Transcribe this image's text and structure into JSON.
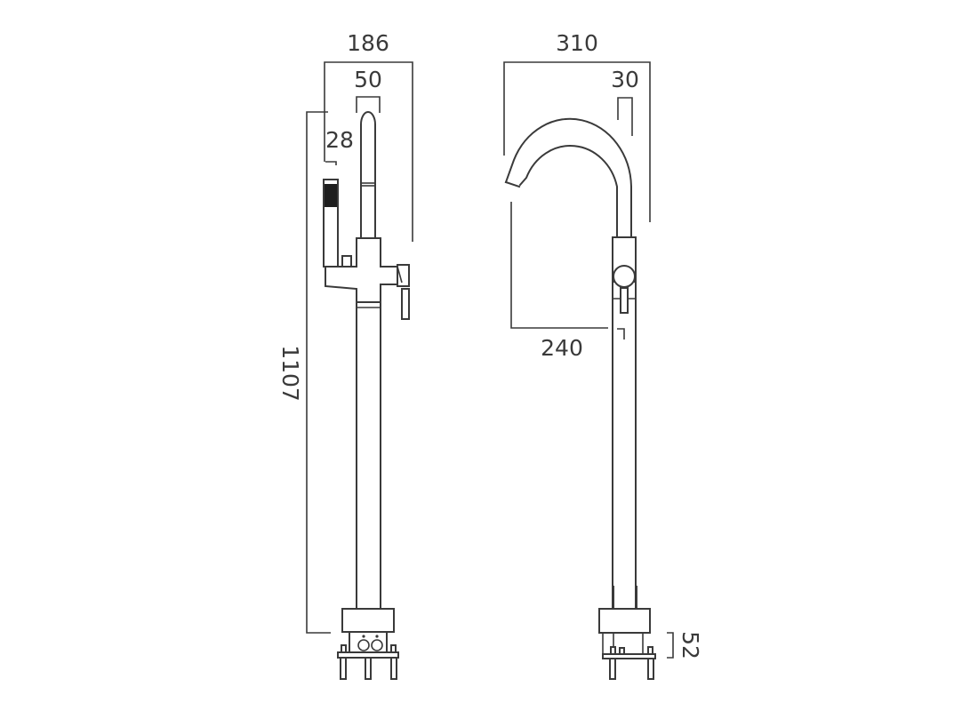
{
  "drawing": {
    "title": "Freestanding bath shower mixer technical drawing",
    "line_color": "#3a3a3a",
    "background": "#ffffff",
    "views": [
      {
        "name": "side-view",
        "dimensions": {
          "overall_width": "186",
          "handset_holder_width": "50",
          "handset_offset": "28",
          "overall_height": "1107"
        }
      },
      {
        "name": "front-view",
        "dimensions": {
          "spout_reach_total": "310",
          "spout_tube_diameter": "30",
          "spout_reach": "240",
          "base_height": "52"
        }
      }
    ]
  }
}
